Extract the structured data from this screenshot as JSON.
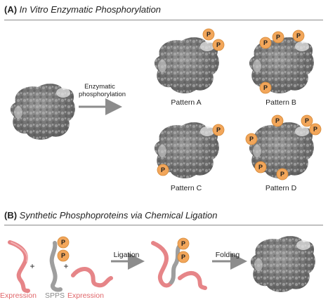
{
  "section_a": {
    "tag": "(A)",
    "title": "In Vitro Enzymatic Phosphorylation"
  },
  "section_b": {
    "tag": "(B)",
    "title": "Synthetic Phosphoproteins via Chemical Ligation"
  },
  "arrow_a_label": [
    "Enzymatic",
    "phosphorylation"
  ],
  "patterns": [
    "Pattern A",
    "Pattern B",
    "Pattern C",
    "Pattern D"
  ],
  "phospho_symbol": "P",
  "plus": "+",
  "fragment_labels": [
    "Expression",
    "SPPS",
    "Expression"
  ],
  "arrow_labels_b": [
    "Ligation",
    "Folding"
  ],
  "colors": {
    "phosphate": "#F2A65A",
    "expression": "#E0666A",
    "spps": "#9E9E9E",
    "protein": "#777777"
  }
}
